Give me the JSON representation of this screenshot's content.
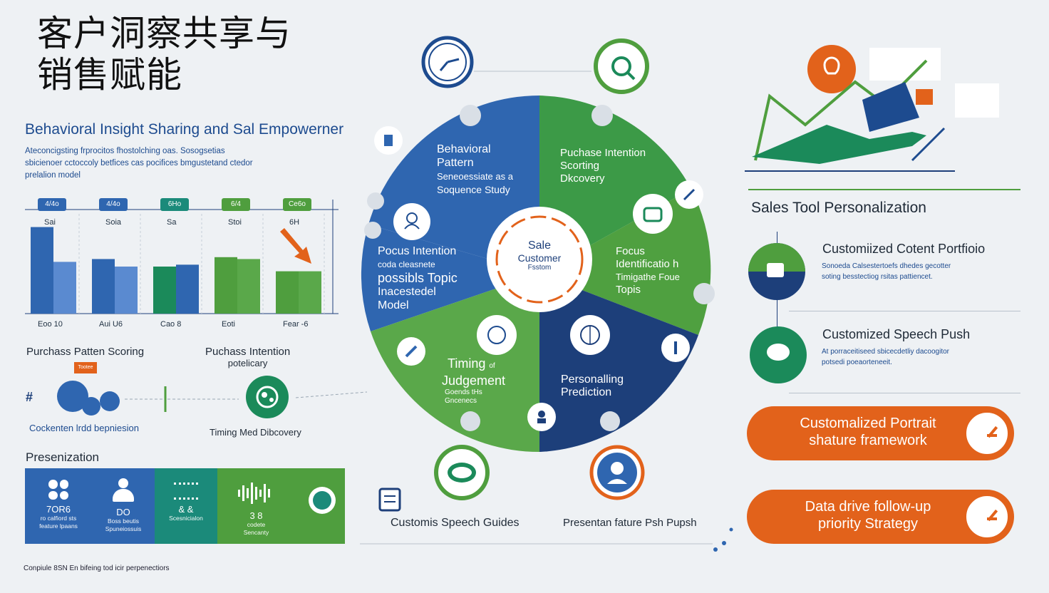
{
  "header": {
    "cn_title_line1": "客户洞察共享与",
    "cn_title_line2": "销售赋能",
    "en_title": "Behavioral Insight  Sharing and Sal Empowerner",
    "desc_lines": [
      "Ateconcigsting frprocitos fhostolching oas. Sosogsetias",
      "sbicienoer cctoccoly betfices cas pocifices bmgustetand ctedor",
      "prelalion model"
    ]
  },
  "chart_data": {
    "type": "bar",
    "categories": [
      "Eoo 10",
      "Aui U6",
      "Cao 8",
      "Eoti",
      "Fear -6"
    ],
    "tags": [
      "4/4o",
      "4/4o",
      "6Ho",
      "6/4",
      "Ce6o"
    ],
    "caps": [
      "Sai",
      "Soia",
      "Sa",
      "Stoi",
      "6H"
    ],
    "series": [
      {
        "values": [
          92,
          58,
          50,
          60,
          45
        ]
      },
      {
        "values": [
          55,
          50,
          52,
          58,
          45
        ]
      }
    ],
    "ylim": [
      0,
      100
    ]
  },
  "left": {
    "scoring_label": "Purchass Patten Scoring",
    "scoring_badge": "Tootee",
    "intention_label_1": "Puchass Intention",
    "intention_label_2": "potelicary",
    "hash_symbol": "#",
    "decomp_label": "Cockenten lrdd bepniesion",
    "timing_label": "Timing Med Dibcovery",
    "pres_title": "Presenization",
    "pres_cells": [
      {
        "num": "7OR6",
        "sub1": "ro calfiord sts",
        "sub2": "feature lpaans"
      },
      {
        "num": "DO",
        "sub1": "Boss beutis",
        "sub2": "Spuneiossuis"
      },
      {
        "num": "& &",
        "sub1": "Scesnicialon",
        "sub2": ""
      },
      {
        "num": "3 8",
        "sub1": "codete",
        "sub2": "Sencanty"
      }
    ],
    "footer": "Conpiule 8SN En bifeing tod icir perpenectiors"
  },
  "wheel": {
    "center_1": "Sale",
    "center_2": "Customer",
    "center_3": "Fsstom",
    "seg1": [
      "Behavioral",
      "Pattern",
      "Seneoessiate as a",
      "Soquence Study"
    ],
    "seg2": [
      "Puchase Intention",
      "Scorting",
      "Dkcovery"
    ],
    "seg3": [
      "Pocus Intention",
      "coda cleasnete",
      "possibls Topic",
      "Inacestedel",
      "Model"
    ],
    "seg4": [
      "Focus",
      "Identificatio h",
      "Timigathe Foue",
      "Topis"
    ],
    "seg5": [
      "Timing",
      "Judgement",
      "Goends tHs",
      "Gncenecs"
    ],
    "seg6": [
      "Personalling",
      "Prediction"
    ],
    "mini_label": "Timing",
    "mini_sub": "of"
  },
  "bottom_center": {
    "speech_guides": "Customis Speech Guides",
    "presentan": "Presentan fature Psh Pupsh"
  },
  "right": {
    "head": "Sales Tool Personalization",
    "item1_title": "Customiized Cotent Portfioio",
    "item1_desc_1": "Sonoeda Calsestertoefs dhedes gecotter",
    "item1_desc_2": "soting besstectiog rsitas pattiencet.",
    "item2_title": "Customized Speech Push",
    "item2_desc_1": "At porraceitiseed sbicecdetliy dacoogitor",
    "item2_desc_2": "potsedi poeaorteneeit.",
    "pill1_1": "Customalized Portrait",
    "pill1_2": "shature framework",
    "pill2_1": "Data drive follow-up",
    "pill2_2": "priority Strategy"
  },
  "colors": {
    "blue": "#2f66b0",
    "dark_blue": "#1d3f7a",
    "green": "#4f9e3e",
    "teal": "#1b8a5a",
    "orange": "#e2621b"
  }
}
